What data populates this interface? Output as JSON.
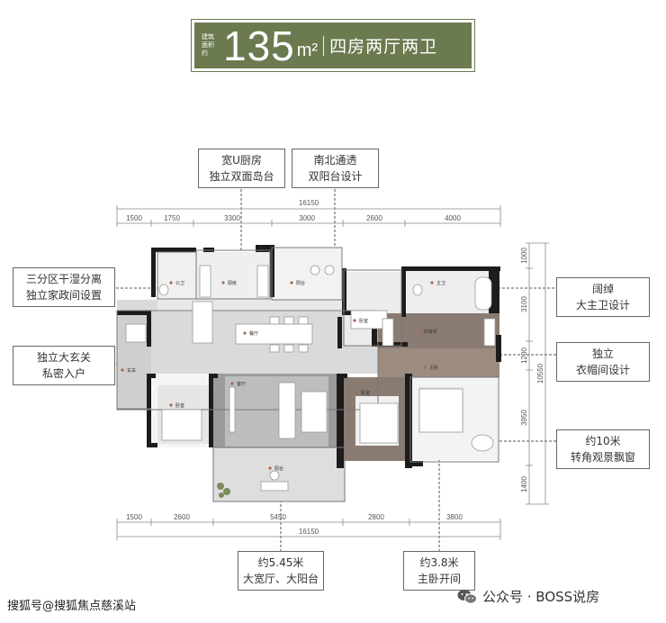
{
  "banner": {
    "area_label": "建筑面积约",
    "area_number": "135",
    "area_unit": "m²",
    "layout": "四房两厅两卫",
    "bg_color": "#6b7a4f"
  },
  "callouts": {
    "kitchen": [
      "宽U厨房",
      "独立双面岛台"
    ],
    "ventilation": [
      "南北通透",
      "双阳台设计"
    ],
    "wet_dry": [
      "三分区干湿分离",
      "独立家政间设置"
    ],
    "entrance": [
      "独立大玄关",
      "私密入户"
    ],
    "master_bath": [
      "阔绰",
      "大主卫设计"
    ],
    "closet": [
      "独立",
      "衣帽间设计"
    ],
    "bay_window": [
      "约10米",
      "转角观景飘窗"
    ],
    "living": [
      "约5.45米",
      "大宽厅、大阳台"
    ],
    "master_bed": [
      "约3.8米",
      "主卧开间"
    ]
  },
  "dimensions": {
    "top_total": "16150",
    "top": [
      "1500",
      "1750",
      "3300",
      "3000",
      "2600",
      "4000"
    ],
    "bottom": [
      "1500",
      "2600",
      "5450",
      "2800",
      "3800"
    ],
    "bottom_total": "16150",
    "right": [
      "1000",
      "3100",
      "1200",
      "3950",
      "1400"
    ],
    "right_total": "10550"
  },
  "rooms": {
    "bath2": "公卫",
    "kitchen": "厨房",
    "yard": "阳台",
    "dining": "餐厅",
    "entry": "玄关",
    "bedroom_w": "卧室",
    "living": "客厅",
    "balcony": "阳台",
    "bedroom_n": "卧室",
    "master_bath": "主卫",
    "closet": "衣帽间",
    "corridor": "主卧",
    "bedroom_s": "卧室"
  },
  "footer": {
    "left": "搜狐号@搜狐焦点慈溪站",
    "right": "公众号 · BOSS说房"
  }
}
